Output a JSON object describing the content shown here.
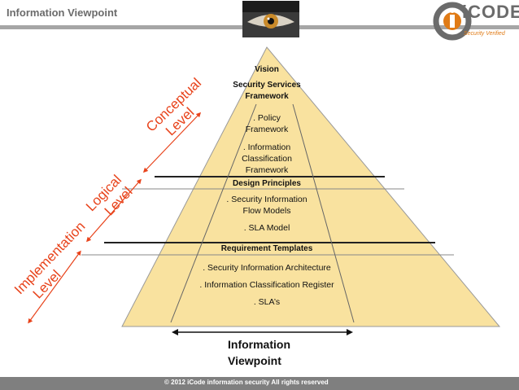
{
  "header": {
    "title": "Information Viewpoint",
    "logo_text": "iCODE",
    "logo_tagline": "Security Verified",
    "brand_color": "#e07b16",
    "image_icon": "eye-icon"
  },
  "pyramid": {
    "fill_color": "#f9e29f",
    "apex_label": "Vision",
    "tier1_title": "Security Services",
    "tier1_title_2": "Framework",
    "tier1_item1": ". Policy",
    "tier1_item1b": "Framework",
    "tier1_item2": ". Information",
    "tier1_item2b": "Classification",
    "tier1_item2c": "Framework",
    "tier2_title": "Design Principles",
    "tier2_item1": ". Security Information",
    "tier2_item1b": "Flow Models",
    "tier2_item2": ". SLA Model",
    "tier3_title": "Requirement Templates",
    "tier3_item1": ". Security Information Architecture",
    "tier3_item2": ". Information Classification Register",
    "tier3_item3": ". SLA’s"
  },
  "levels": {
    "color": "#e8431b",
    "conceptual": "Conceptual",
    "conceptual_2": "Level",
    "logical": "Logical",
    "logical_2": "Level",
    "implementation": "Implementation",
    "implementation_2": "Level"
  },
  "viewpoint": {
    "line1": "Information",
    "line2": "Viewpoint"
  },
  "footer": {
    "text": "© 2012 iCode information security  All rights reserved"
  }
}
